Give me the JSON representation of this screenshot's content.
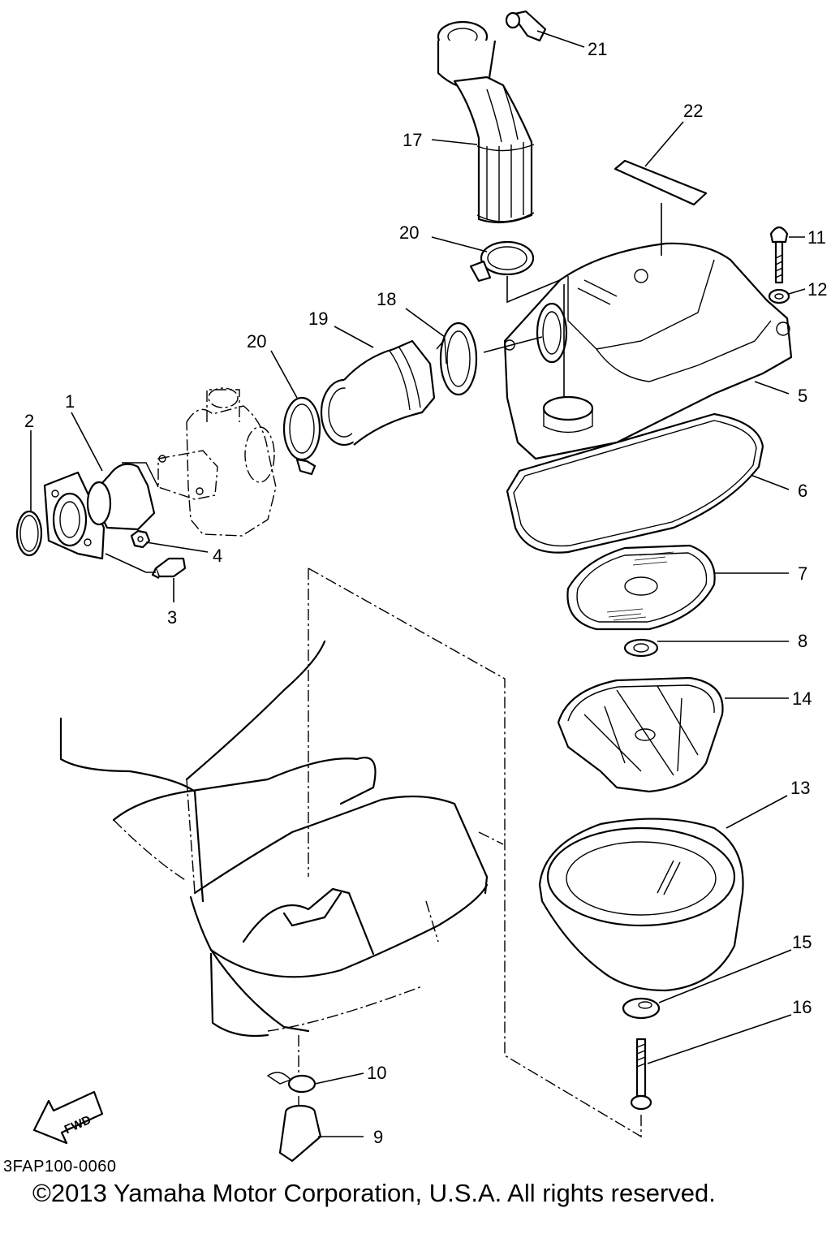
{
  "callouts": [
    {
      "id": "1",
      "label": "1"
    },
    {
      "id": "2",
      "label": "2"
    },
    {
      "id": "3",
      "label": "3"
    },
    {
      "id": "4",
      "label": "4"
    },
    {
      "id": "5",
      "label": "5"
    },
    {
      "id": "6",
      "label": "6"
    },
    {
      "id": "7",
      "label": "7"
    },
    {
      "id": "8",
      "label": "8"
    },
    {
      "id": "9",
      "label": "9"
    },
    {
      "id": "10",
      "label": "10"
    },
    {
      "id": "11",
      "label": "11"
    },
    {
      "id": "12",
      "label": "12"
    },
    {
      "id": "13",
      "label": "13"
    },
    {
      "id": "14",
      "label": "14"
    },
    {
      "id": "15",
      "label": "15"
    },
    {
      "id": "16",
      "label": "16"
    },
    {
      "id": "17",
      "label": "17"
    },
    {
      "id": "18",
      "label": "18"
    },
    {
      "id": "19",
      "label": "19"
    },
    {
      "id": "20a",
      "label": "20"
    },
    {
      "id": "20b",
      "label": "20"
    },
    {
      "id": "21",
      "label": "21"
    },
    {
      "id": "22",
      "label": "22"
    }
  ],
  "fwd_label": "FWD",
  "diagram_code": "3FAP100-0060",
  "copyright": "©2013 Yamaha Motor Corporation, U.S.A. All rights reserved."
}
